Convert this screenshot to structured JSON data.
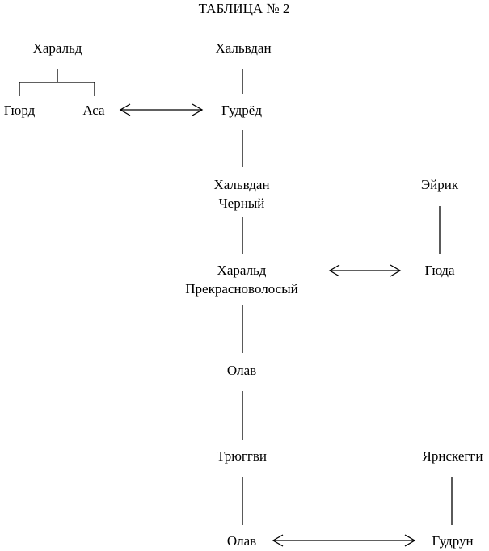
{
  "title": "ТАБЛИЦА № 2",
  "nodes": {
    "harald1": "Харальд",
    "halfdan1": "Хальвдан",
    "gyurd": "Гюрд",
    "asa": "Аса",
    "gudred": "Гудрёд",
    "halfdan_black": [
      "Хальвдан",
      "Черный"
    ],
    "eirik": "Эйрик",
    "harald_fairhair": [
      "Харальд",
      "Прекрасноволосый"
    ],
    "gyuda": "Гюда",
    "olav1": "Олав",
    "tryggvi": "Трюггви",
    "yarnskeggi": "Ярнскегги",
    "olav2": "Олав",
    "gudrun": "Гудрун"
  },
  "colors": {
    "ink": "#000000",
    "background": "#ffffff"
  }
}
